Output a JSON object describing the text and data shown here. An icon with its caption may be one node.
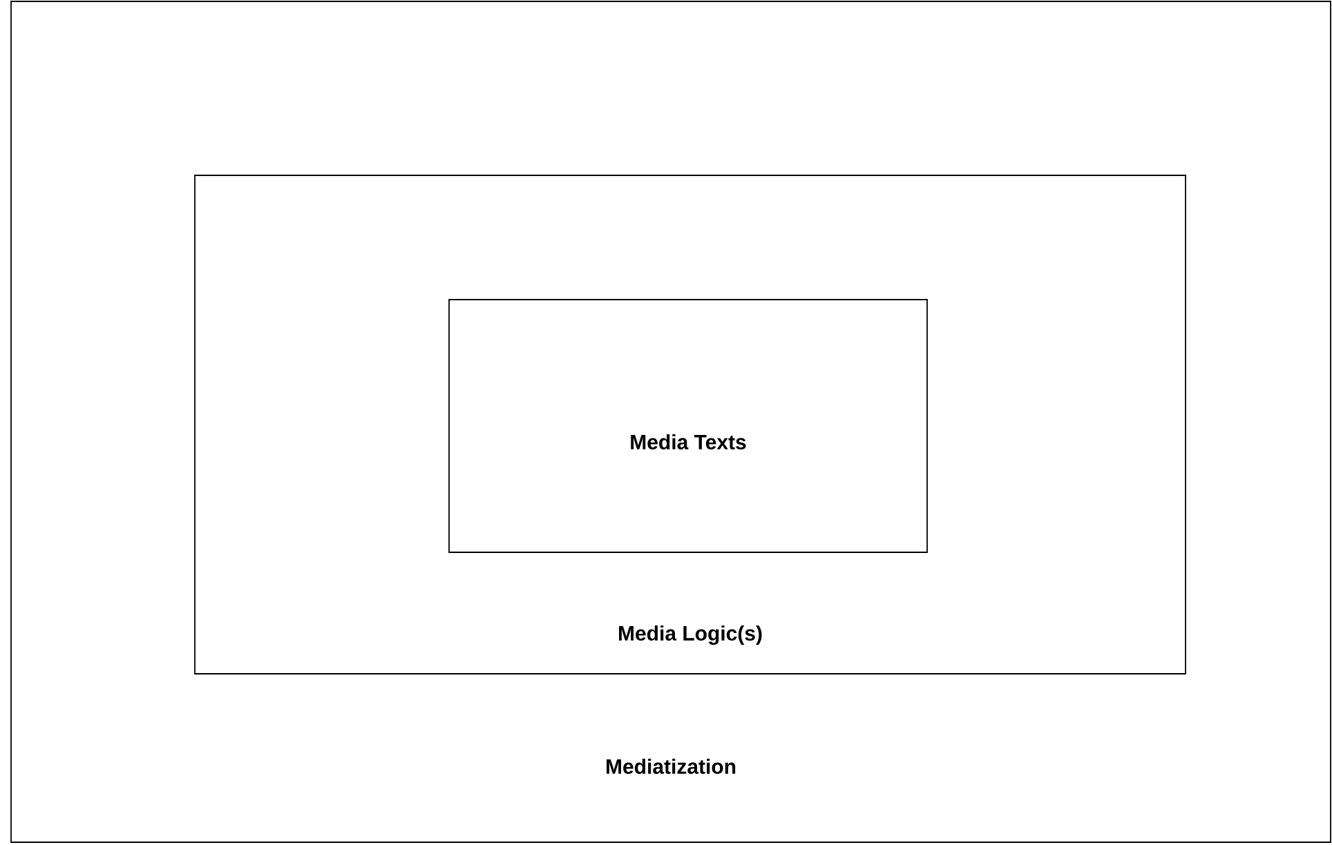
{
  "diagram": {
    "nodes": [
      {
        "text": [
          "Mediatization"
        ]
      },
      {
        "text": [
          "Media Logic(s)"
        ],
        "in": 0
      },
      {
        "text": [
          "Media Texts"
        ],
        "in": 1
      }
    ]
  }
}
